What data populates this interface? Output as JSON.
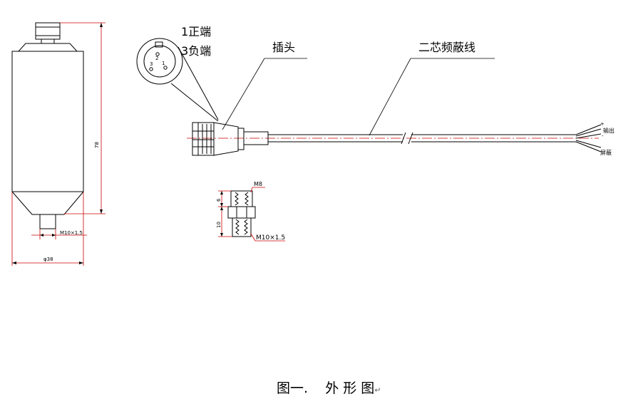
{
  "labels": {
    "pin1": "1正端",
    "pin3": "3负端",
    "plug": "插头",
    "cable": "二芯频蔽线",
    "output": "输出",
    "shield": "屏蔽",
    "plus": "+",
    "minus": "-",
    "pin_num_1": "1",
    "pin_num_2": "2",
    "pin_num_3": "3"
  },
  "dimensions": {
    "height": "78",
    "diameter": "φ38",
    "thread_sensor": "M10×1.5",
    "nut": "M8",
    "dim6": "6",
    "dim10": "10",
    "thread_fitting": "M10×1.5"
  },
  "caption": {
    "text": "图一.    外 形 图",
    "return_mark": "↵"
  },
  "colors": {
    "line": "#000000",
    "center_line": "#cc0000"
  }
}
